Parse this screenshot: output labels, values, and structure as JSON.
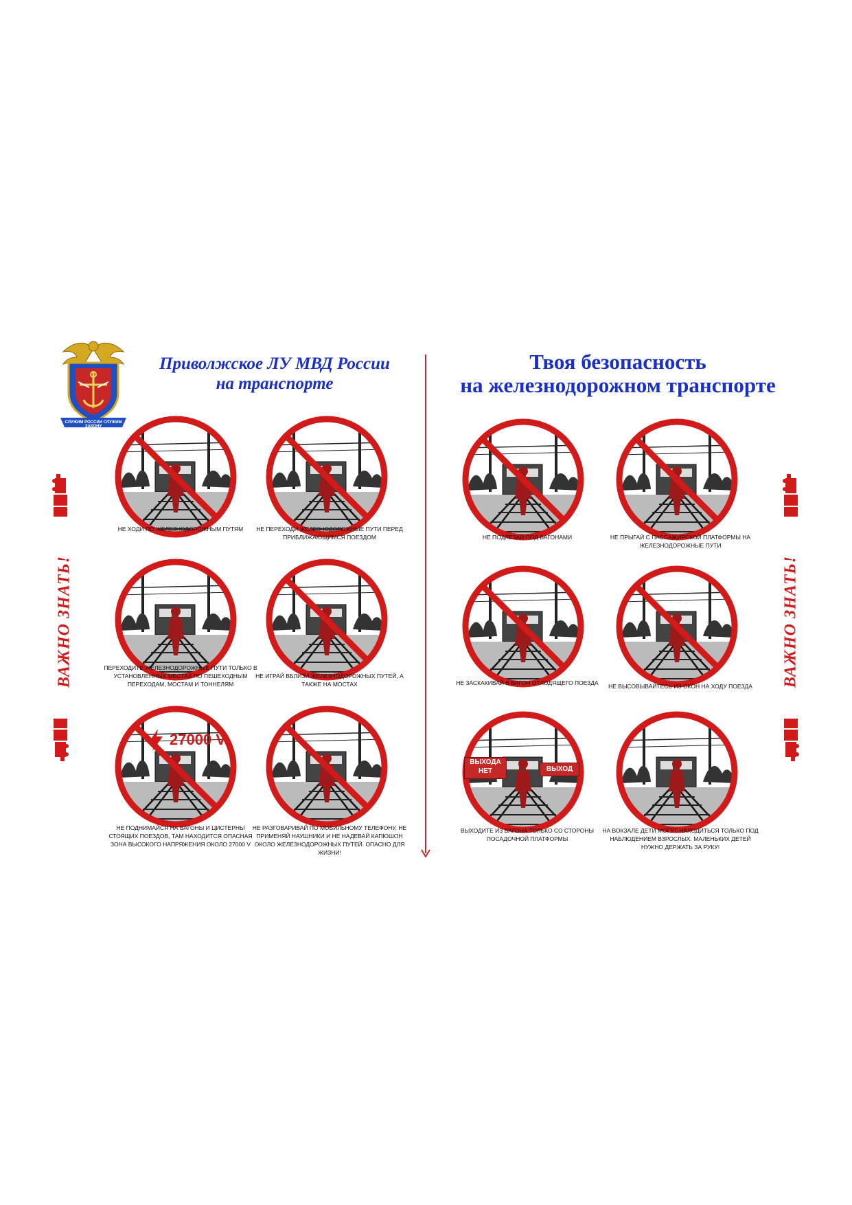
{
  "header": {
    "org_line1": "Приволжское ЛУ МВД России",
    "org_line2": "на транспорте",
    "title_line1": "Твоя безопасность",
    "title_line2": "на железнодорожном транспорте"
  },
  "side_banner": "ВАЖНО ЗНАТЬ!",
  "emblem_text": "СЛУЖИМ РОССИИ СЛУЖИМ ЗАКОНУ",
  "rules": [
    {
      "id": "no-walking-tracks",
      "caption": "Не ходи по железнодорожным путям",
      "prohibited": true
    },
    {
      "id": "no-crossing-before-train",
      "caption": "Не переходи железнодорожные пути перед приближающимся поездом",
      "prohibited": true
    },
    {
      "id": "cross-at-designated",
      "caption": "Переходите железнодорожные пути только в установленных местах по пешеходным переходам, мостам и тоннелям",
      "prohibited": false
    },
    {
      "id": "no-playing-near-tracks",
      "caption": "Не играй вблизи железнодорожных путей, а также на мостах",
      "prohibited": true
    },
    {
      "id": "no-climbing-wagons",
      "caption": "Не поднимайся на вагоны и цистерны стоящих поездов, там находится опасная зона высокого напряжения около 27000 V",
      "prohibited": true,
      "badge": "27000 V"
    },
    {
      "id": "no-phone-near-tracks",
      "caption": "Не разговаривай по мобильному телефону, не применяй наушники и не надевай капюшон около железнодорожных путей. Опасно для жизни!",
      "prohibited": true
    },
    {
      "id": "no-crawling-under",
      "caption": "Не подлезай под вагонами",
      "prohibited": true
    },
    {
      "id": "no-jumping-platform",
      "caption": "Не прыгай с пассажирской платформы на железнодорожные пути",
      "prohibited": true
    },
    {
      "id": "no-jumping-into-train",
      "caption": "Не заскакивай в вагон отходящего поезда",
      "prohibited": true
    },
    {
      "id": "no-leaning-out",
      "caption": "Не высовывайтесь из окон на ходу поезда",
      "prohibited": true
    },
    {
      "id": "exit-platform-side",
      "caption": "Выходите из вагона только со стороны посадочной платформы",
      "prohibited": false,
      "sign_left_1": "ВЫХОДА",
      "sign_left_2": "НЕТ",
      "sign_right": "ВЫХОД"
    },
    {
      "id": "children-supervised",
      "caption": "На вокзале дети могут находиться только под наблюдением взрослых. Маленьких детей нужно держать за руку!",
      "prohibited": false
    }
  ],
  "colors": {
    "title_blue": "#1a2fc4",
    "danger_red": "#d11b1b",
    "divider": "#c62828"
  }
}
